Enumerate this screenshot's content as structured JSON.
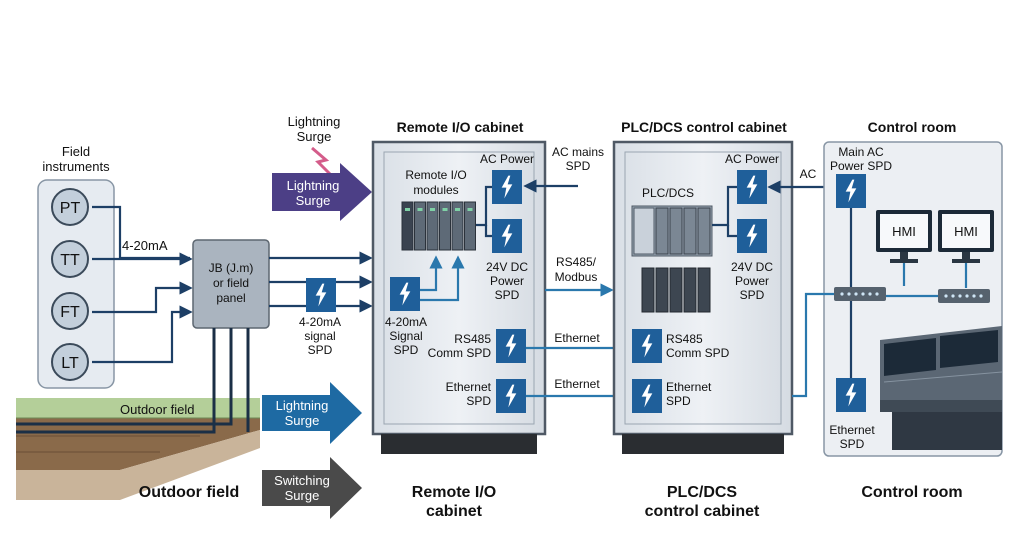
{
  "field_instruments": {
    "title": "Field\ninstruments",
    "items": [
      "PT",
      "TT",
      "FT",
      "LT"
    ]
  },
  "signal_label": "4-20mA",
  "jb_label": "JB (J.m)\nor field\npanel",
  "signal_spd_label": "4-20mA\nsignal\nSPD",
  "lightning_source": "Lightning\nSurge",
  "arrows": {
    "lightning_top": "Lightning\nSurge",
    "lightning_ground": "Lightning\nSurge",
    "switching": "Switching\nSurge"
  },
  "ground_label": "Outdoor field",
  "remote_io": {
    "title": "Remote I/O cabinet",
    "modules_label": "Remote I/O\nmodules",
    "ac_power": "AC Power",
    "dc_spd": "24V DC\nPower\nSPD",
    "signal_spd": "4-20mA\nSignal\nSPD",
    "rs485_spd": "RS485\nComm SPD",
    "ethernet_spd": "Ethernet\nSPD"
  },
  "ac_mains_spd": "AC mains\nSPD",
  "links": {
    "rs485": "RS485/\nModbus",
    "ethernet_top": "Ethernet",
    "ethernet_bottom": "Ethernet",
    "ac": "AC"
  },
  "plc": {
    "title": "PLC/DCS control cabinet",
    "plc_label": "PLC/DCS",
    "ac_power": "AC Power",
    "dc_spd": "24V DC\nPower\nSPD",
    "rs485_spd": "RS485\nComm SPD",
    "ethernet_spd": "Ethernet\nSPD"
  },
  "control_room": {
    "title": "Control room",
    "main_ac_spd": "Main AC\nPower SPD",
    "hmi1": "HMI",
    "hmi2": "HMI",
    "ethernet_spd": "Ethernet\nSPD"
  },
  "bottom_labels": {
    "outdoor": "Outdoor field",
    "remote": "Remote I/O\ncabinet",
    "plc": "PLC/DCS\ncontrol cabinet",
    "control": "Control room"
  },
  "colors": {
    "spd_blue": "#1f5f9a",
    "lightning_purple": "#4c3f86",
    "lightning_blue": "#1e6aa3",
    "switching_gray": "#4a4a4a",
    "cabinet_fill": "#e3e8ee",
    "wire_navy": "#1d3f66",
    "wire_blue": "#2a78ad"
  }
}
